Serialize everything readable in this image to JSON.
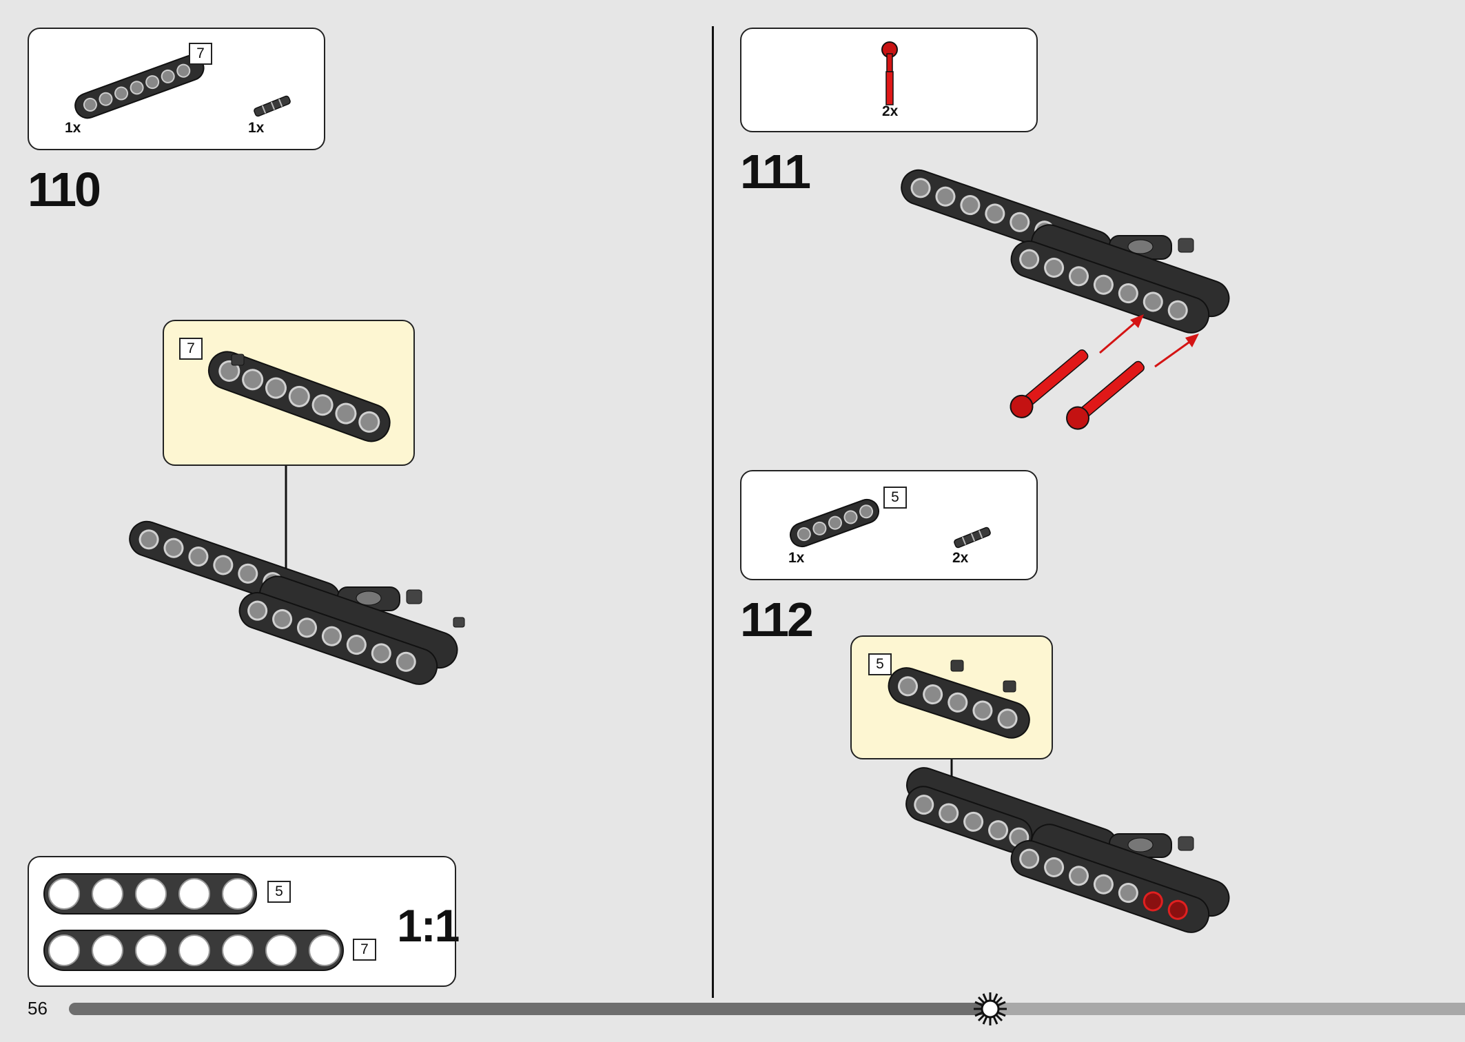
{
  "page": {
    "number": "56"
  },
  "scale_box": {
    "label": "1:1",
    "beam_short_length": "5",
    "beam_long_length": "7"
  },
  "steps": [
    {
      "number": "110",
      "parts": [
        {
          "name": "beam",
          "length": "7",
          "qty": "1x"
        },
        {
          "name": "axle-pin",
          "qty": "1x"
        }
      ],
      "callout_length": "7"
    },
    {
      "number": "111",
      "parts": [
        {
          "name": "red-axle-pin",
          "qty": "2x"
        }
      ]
    },
    {
      "number": "112",
      "parts": [
        {
          "name": "beam",
          "length": "5",
          "qty": "1x"
        },
        {
          "name": "axle-pin",
          "qty": "2x"
        }
      ],
      "callout_length": "5"
    }
  ],
  "colors": {
    "background": "#e6e6e6",
    "callout": "#fdf6d2",
    "beam": "#2e2e2e",
    "pin_red": "#d41414",
    "progress_done": "#6e6e6e",
    "progress_todo": "#a8a8a8"
  },
  "progress": {
    "fraction": 0.66
  }
}
